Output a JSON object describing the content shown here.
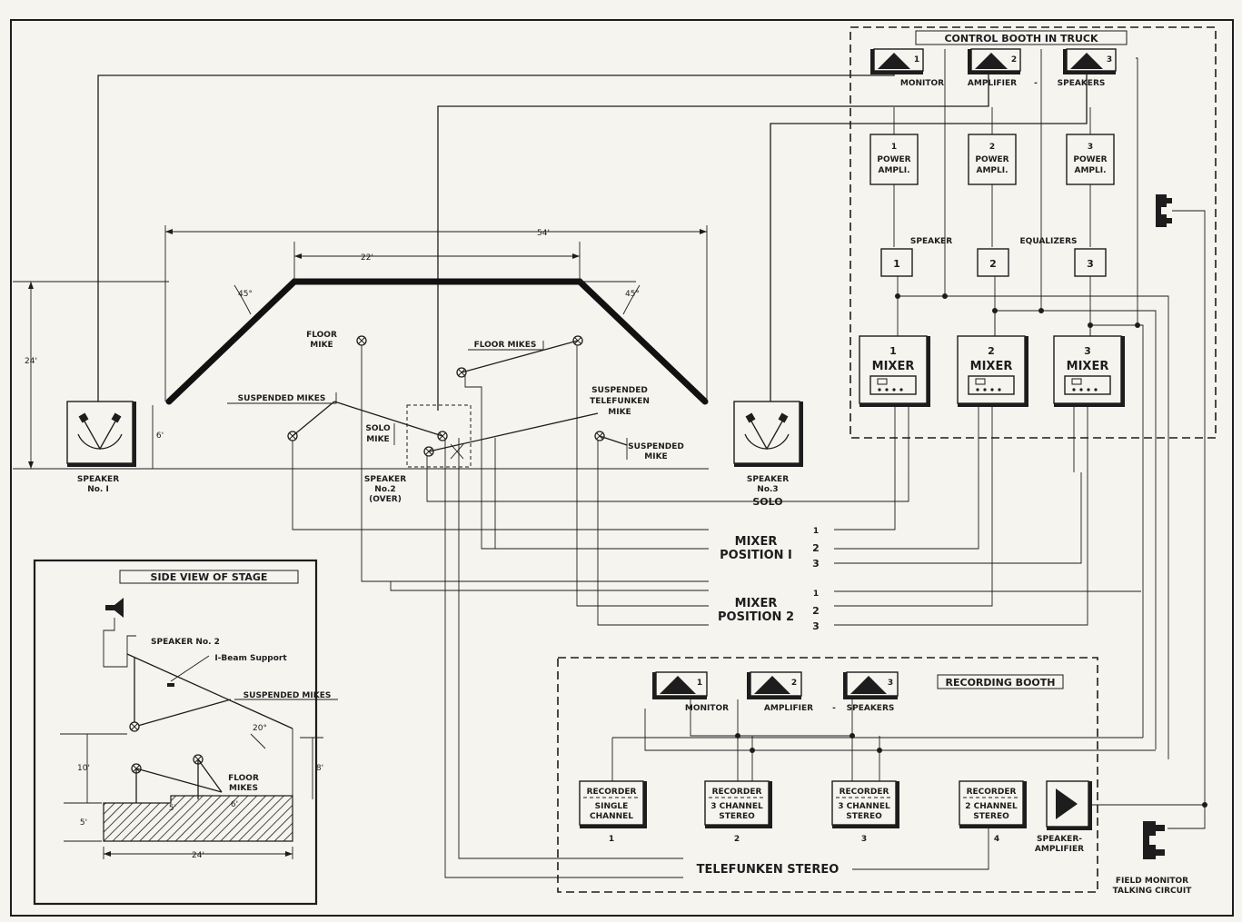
{
  "control_booth": {
    "title": "CONTROL BOOTH IN TRUCK",
    "monitors": [
      "1",
      "2",
      "3"
    ],
    "monitor_labels": {
      "monitor": "MONITOR",
      "amplifier": "AMPLIFIER",
      "dash": "-",
      "speakers": "SPEAKERS"
    },
    "power_amps": [
      {
        "num": "1",
        "line1": "POWER",
        "line2": "AMPLI."
      },
      {
        "num": "2",
        "line1": "POWER",
        "line2": "AMPLI."
      },
      {
        "num": "3",
        "line1": "POWER",
        "line2": "AMPLI."
      }
    ],
    "equalizer_labels": {
      "speaker": "SPEAKER",
      "equalizers": "EQUALIZERS"
    },
    "equalizers": [
      "1",
      "2",
      "3"
    ],
    "mixers": [
      {
        "num": "1",
        "label": "MIXER"
      },
      {
        "num": "2",
        "label": "MIXER"
      },
      {
        "num": "3",
        "label": "MIXER"
      }
    ]
  },
  "stage": {
    "dims": {
      "width_total": "54'",
      "width_top": "22'",
      "height": "24'",
      "apron": "6'",
      "angle_left": "45°",
      "angle_right": "45°"
    },
    "floor_mike": {
      "line1": "FLOOR",
      "line2": "MIKE"
    },
    "floor_mikes": "FLOOR MIKES",
    "suspended_mikes": "SUSPENDED MIKES",
    "suspended_telefunken": {
      "line1": "SUSPENDED",
      "line2": "TELEFUNKEN",
      "line3": "MIKE"
    },
    "solo_mike": {
      "line1": "SOLO",
      "line2": "MIKE"
    },
    "suspended_mike": {
      "line1": "SUSPENDED",
      "line2": "MIKE"
    },
    "speaker1": {
      "line1": "SPEAKER",
      "line2": "No. I"
    },
    "speaker2": {
      "line1": "SPEAKER",
      "line2": "No.2",
      "line3": "(OVER)"
    },
    "speaker3": {
      "line1": "SPEAKER",
      "line2": "No.3"
    },
    "solo": "SOLO"
  },
  "mixer_positions": [
    {
      "line1": "MIXER",
      "line2": "POSITION I",
      "inputs": [
        "1",
        "2",
        "3"
      ]
    },
    {
      "line1": "MIXER",
      "line2": "POSITION 2",
      "inputs": [
        "1",
        "2",
        "3"
      ]
    }
  ],
  "side_view": {
    "title": "SIDE VIEW OF STAGE",
    "speaker_no2": "SPEAKER No. 2",
    "ibeam": "I-Beam Support",
    "suspended_mikes": "SUSPENDED MIKES",
    "floor_mikes": {
      "line1": "FLOOR",
      "line2": "MIKES"
    },
    "dims": {
      "angle": "20°",
      "h10": "10'",
      "h8": "8'",
      "h5": "5'",
      "w24": "24'",
      "step5": "5'",
      "step6": "6'"
    }
  },
  "recording_booth": {
    "title": "RECORDING BOOTH",
    "monitors": [
      "1",
      "2",
      "3"
    ],
    "monitor_labels": {
      "monitor": "MONITOR",
      "amplifier": "AMPLIFIER",
      "dash": "-",
      "speakers": "SPEAKERS"
    },
    "recorders": [
      {
        "label": "RECORDER",
        "line1": "SINGLE",
        "line2": "CHANNEL",
        "num": "1"
      },
      {
        "label": "RECORDER",
        "line1": "3 CHANNEL",
        "line2": "STEREO",
        "num": "2"
      },
      {
        "label": "RECORDER",
        "line1": "3 CHANNEL",
        "line2": "STEREO",
        "num": "3"
      },
      {
        "label": "RECORDER",
        "line1": "2 CHANNEL",
        "line2": "STEREO",
        "num": "4"
      }
    ],
    "speaker_amp": {
      "line1": "SPEAKER-",
      "line2": "AMPLIFIER"
    }
  },
  "telefunken_stereo": "TELEFUNKEN STEREO",
  "field_monitor": {
    "line1": "FIELD MONITOR",
    "line2": "TALKING CIRCUIT"
  }
}
